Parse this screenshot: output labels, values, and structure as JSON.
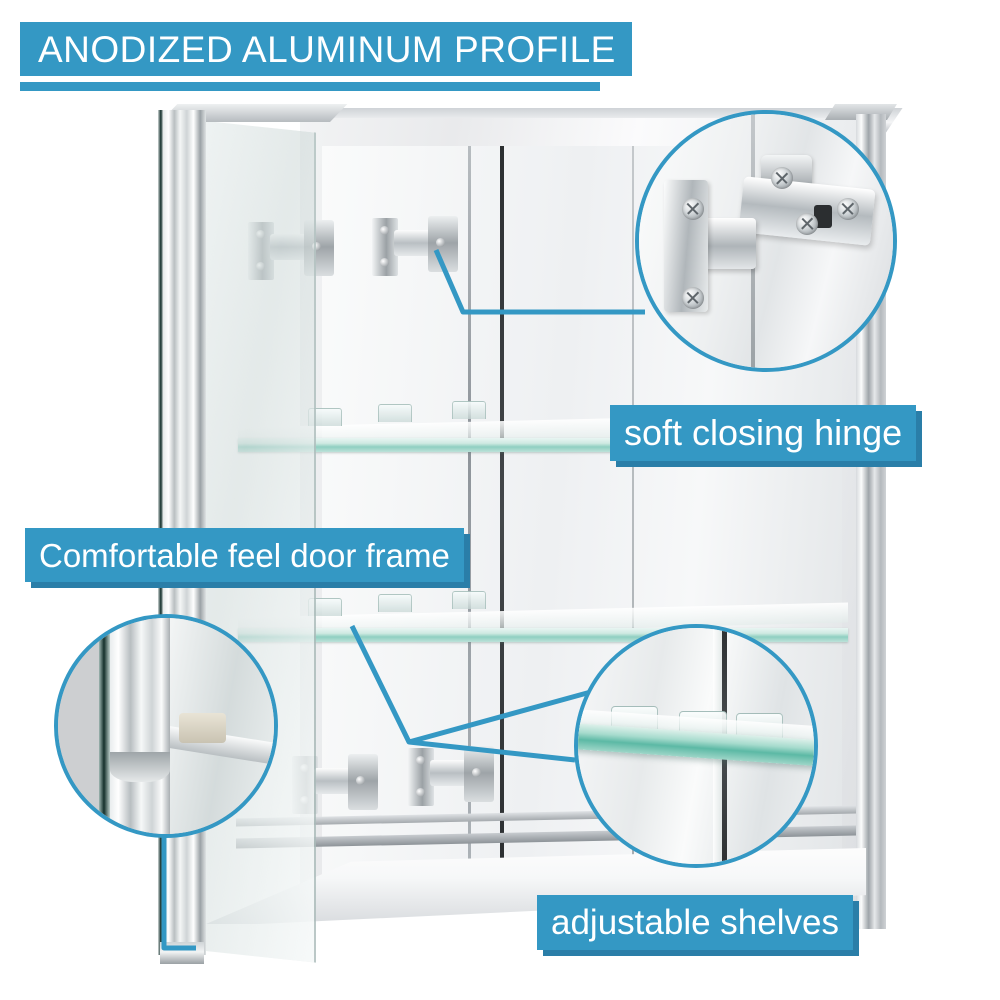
{
  "theme": {
    "accent": "#3498c4",
    "accent_dark": "#2a7ea8",
    "title_text_color": "#ffffff",
    "background": "#ffffff"
  },
  "header": {
    "title": "ANODIZED ALUMINUM PROFILE"
  },
  "callouts": [
    {
      "id": "door-frame",
      "label": "Comfortable feel door frame",
      "detail_name": "door-frame-detail-circle",
      "points_to": "door bottom aluminum profile"
    },
    {
      "id": "hinge",
      "label": "soft closing hinge",
      "detail_name": "hinge-detail-circle",
      "points_to": "interior cabinet hinge"
    },
    {
      "id": "shelves",
      "label": "adjustable shelves",
      "detail_name": "shelf-detail-circle",
      "points_to": "lower glass shelf clip"
    }
  ],
  "product": {
    "name": "aluminum medicine cabinet with mirror door",
    "features": [
      "anodized aluminum profile frame",
      "soft closing hinge",
      "adjustable tempered glass shelves",
      "comfortable feel door frame"
    ],
    "shelves_count": 2,
    "hinges_visible": 4
  },
  "icons": {
    "detail_circle": "magnifier-circle-icon",
    "leader_line": "callout-leader-line-icon"
  }
}
